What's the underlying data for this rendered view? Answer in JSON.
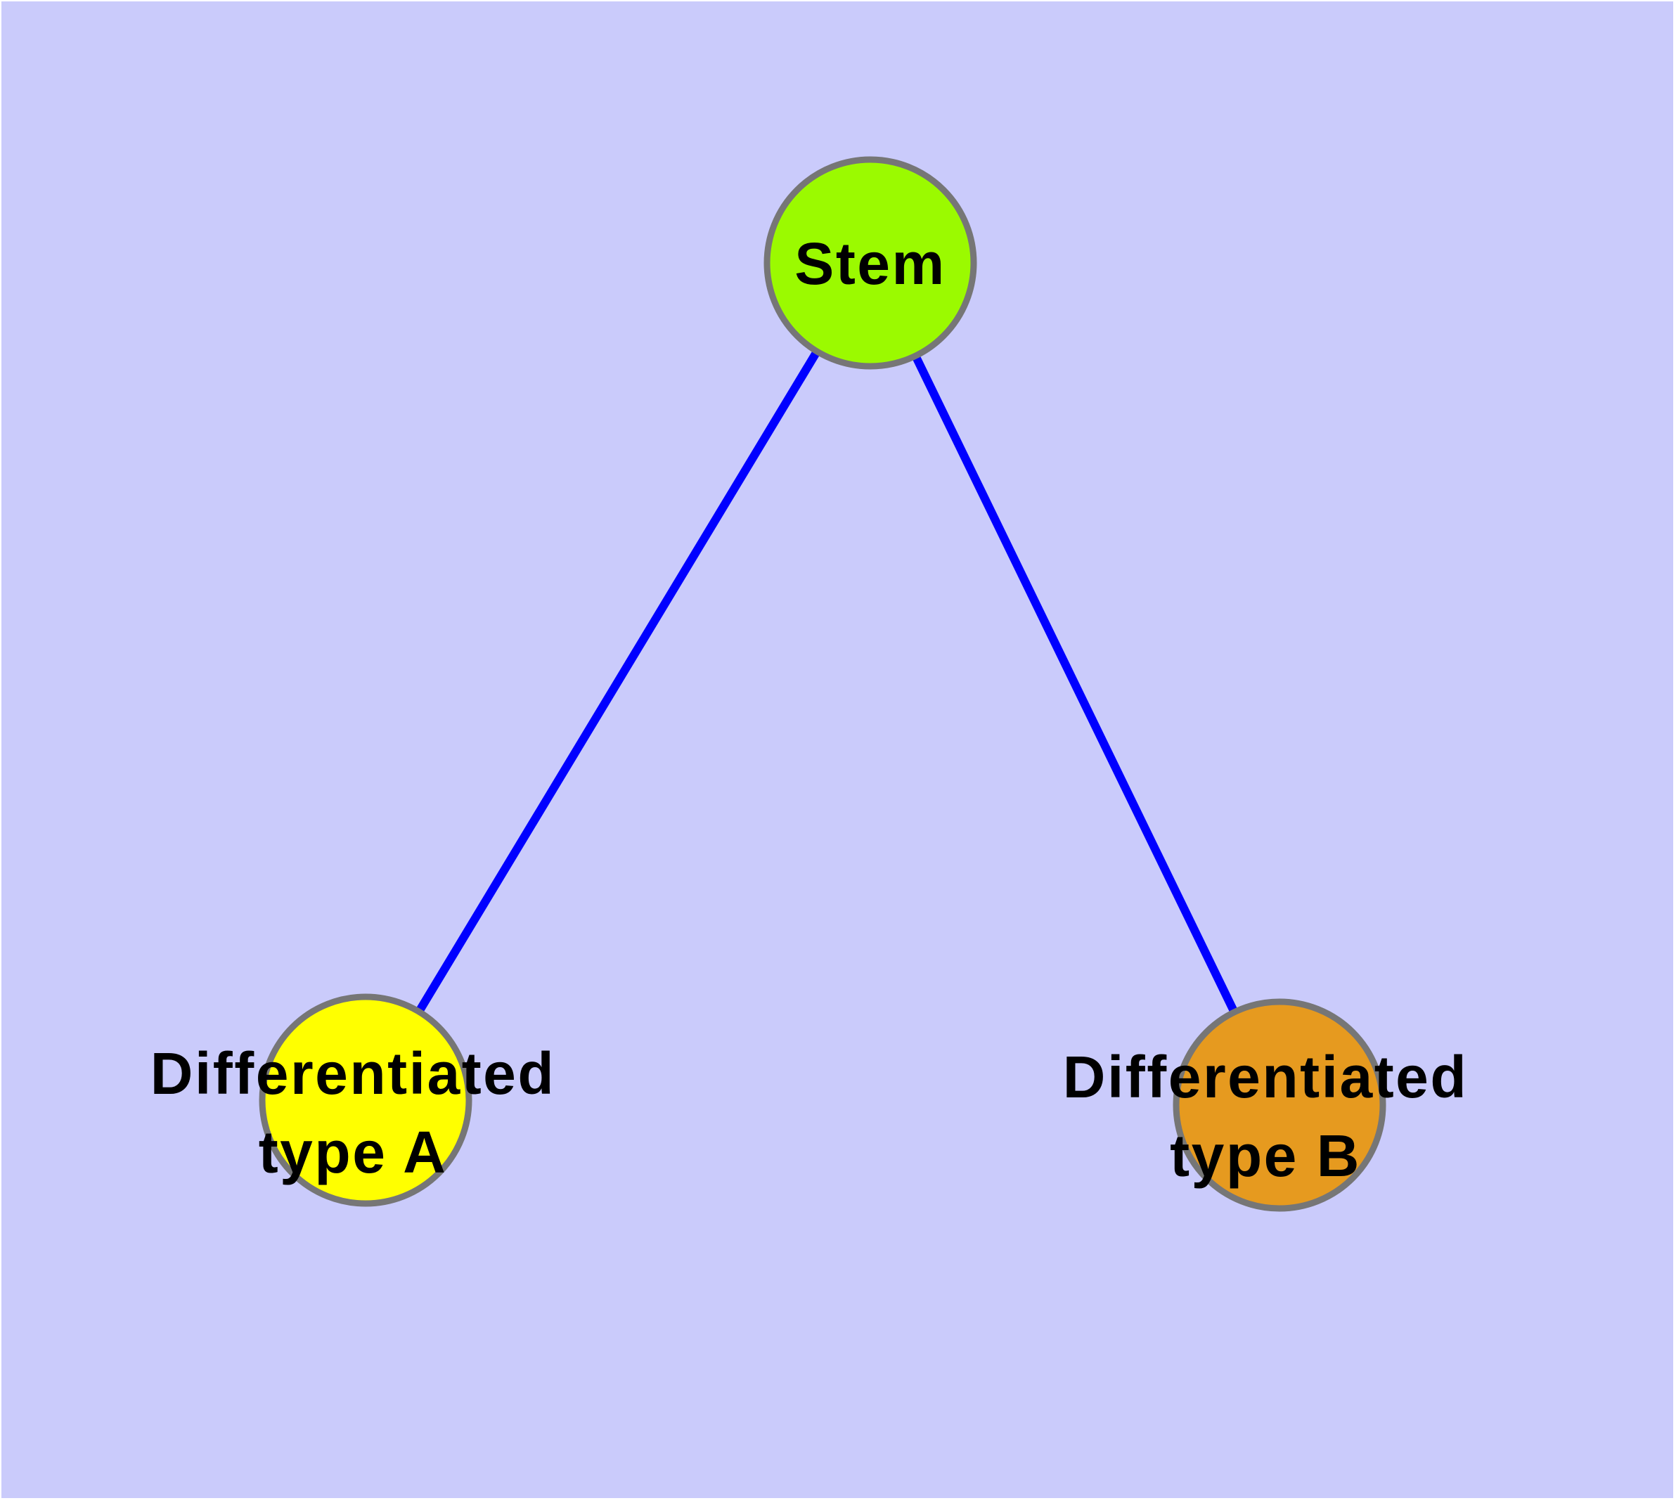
{
  "diagram": {
    "background_color": "#cacbfb",
    "margin_color": "#ffffff",
    "edge_color": "#0000ff",
    "node_border_color": "#767676",
    "nodes": [
      {
        "id": "stem",
        "label": "Stem",
        "fill_color": "#9bfa00"
      },
      {
        "id": "differentiated-type-a",
        "label": "Differentiated\ntype A",
        "fill_color": "#ffff00"
      },
      {
        "id": "differentiated-type-b",
        "label": "Differentiated\ntype B",
        "fill_color": "#e69a1f"
      }
    ],
    "edges": [
      {
        "from": "Stem",
        "to": "Differentiated type A"
      },
      {
        "from": "Stem",
        "to": "Differentiated type B"
      }
    ]
  }
}
